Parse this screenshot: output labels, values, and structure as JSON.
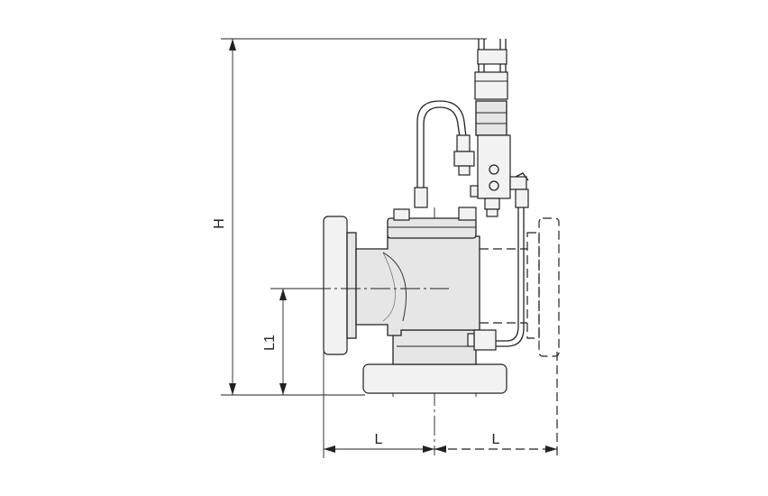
{
  "dimensions": {
    "height_label": "H",
    "inlet_height_label": "L1",
    "left_length_label": "L",
    "right_length_label": "L"
  },
  "colors": {
    "line": "#222222",
    "body_fill": "#e6e6e6",
    "background": "#ffffff"
  }
}
